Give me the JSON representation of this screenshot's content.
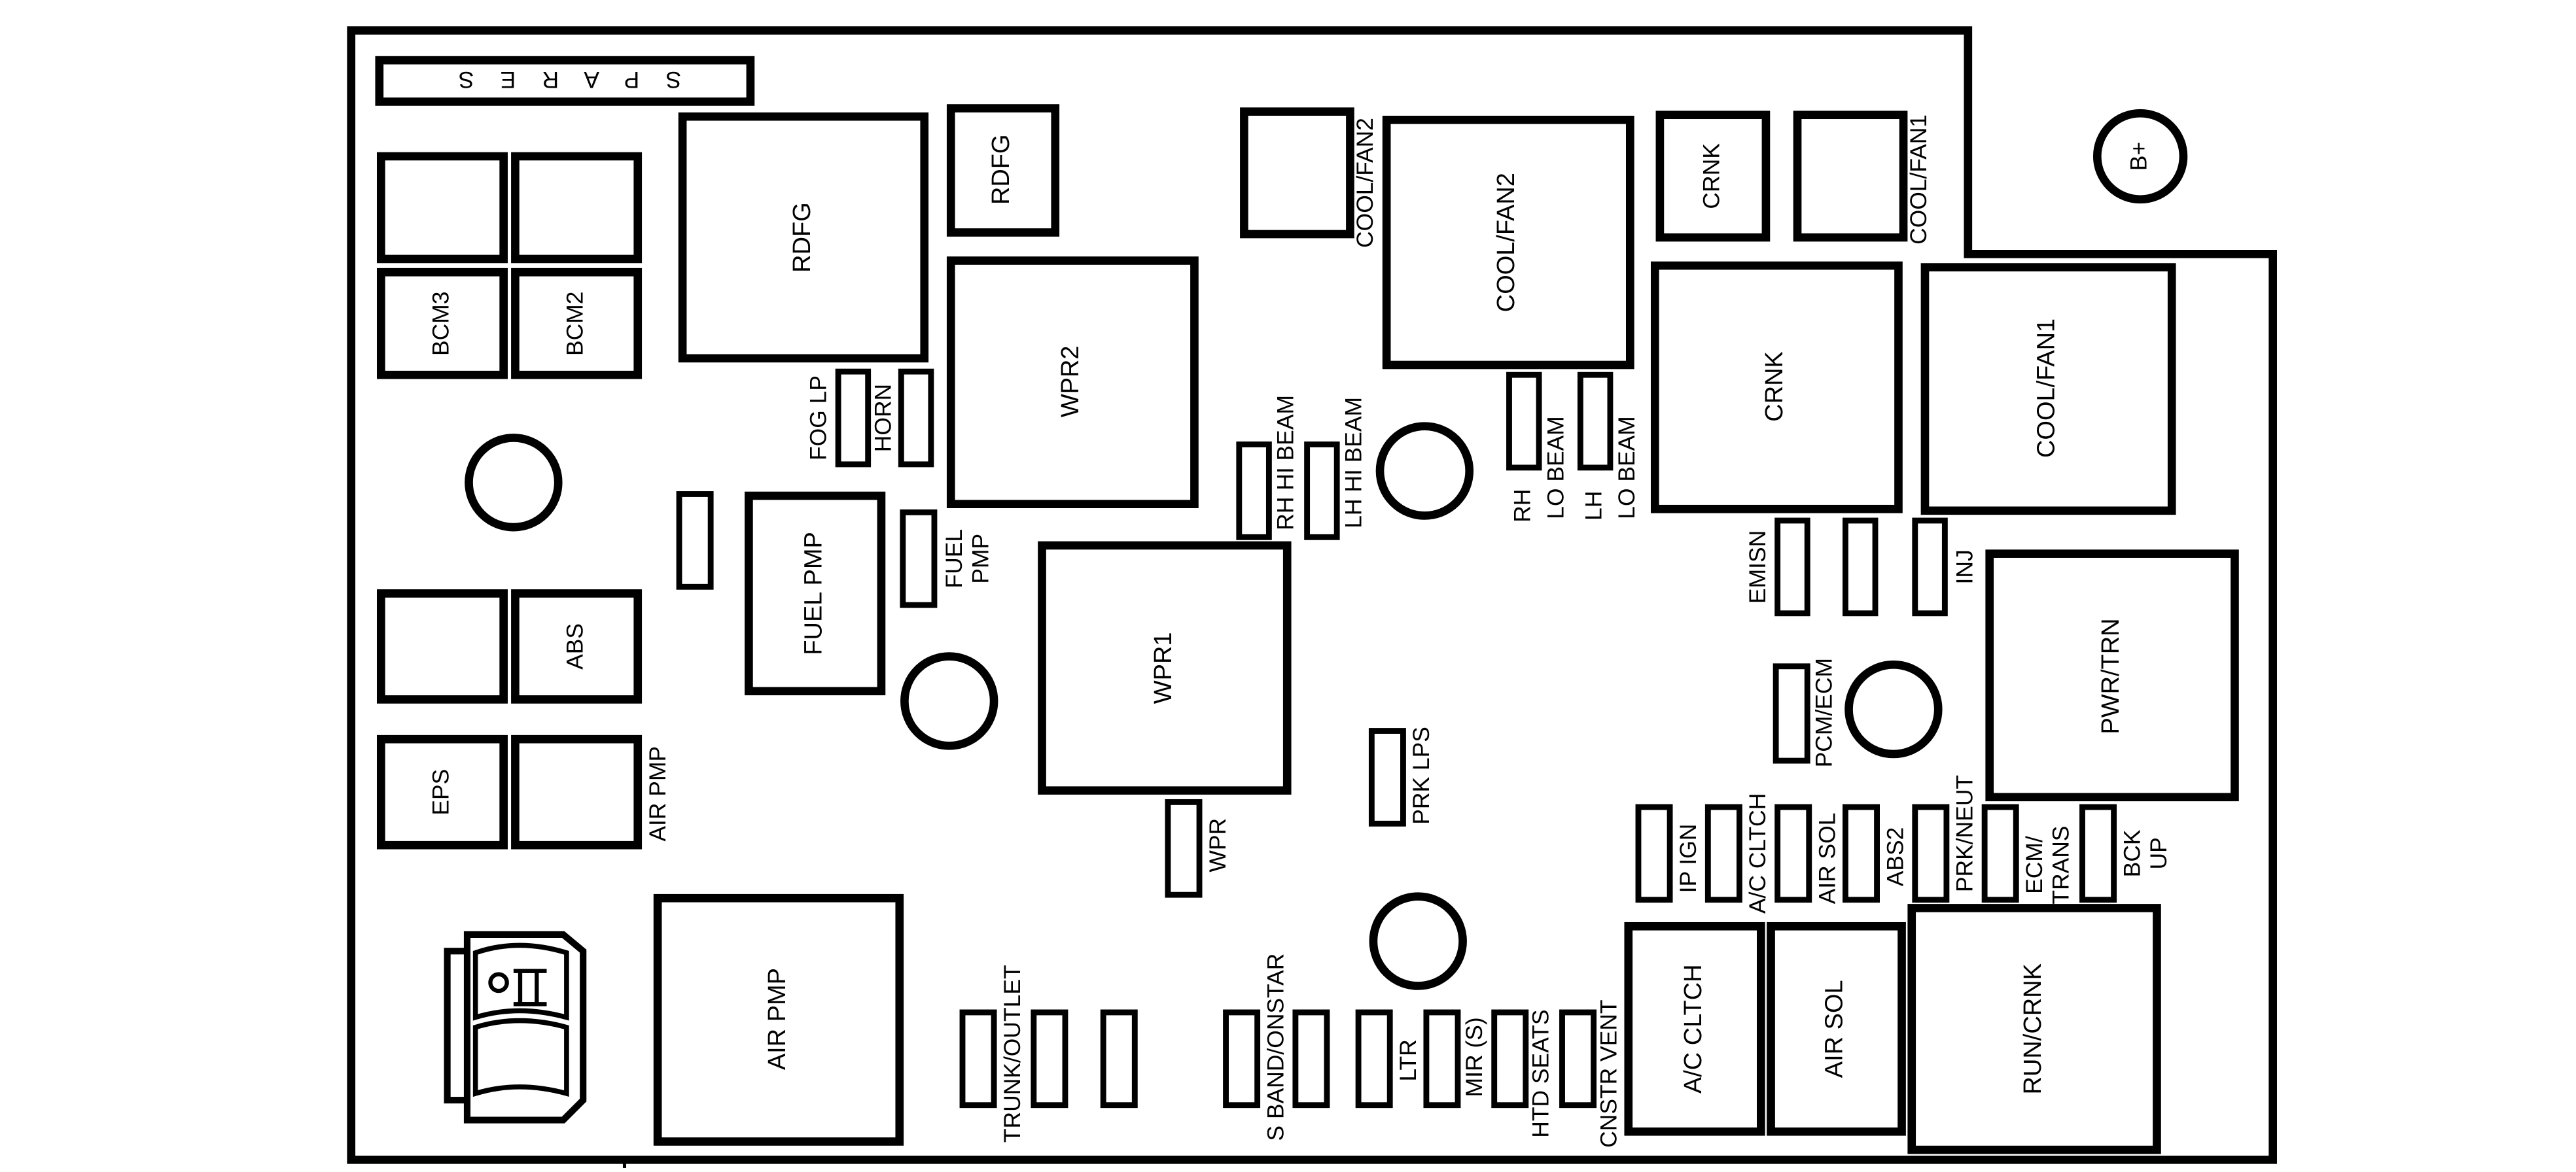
{
  "colors": {
    "line": "#000000",
    "background": "#ffffff"
  },
  "spares": "S P A R E S",
  "terminal": "B+",
  "relays": {
    "rdfg_large": "RDFG",
    "rdfg_small": "RDFG",
    "wpr2": "WPR2",
    "wpr1": "WPR1",
    "fuel_pmp": "FUEL PMP",
    "cool_fan2": "COOL/FAN2",
    "crnk_large": "CRNK",
    "cool_fan1": "COOL/FAN1",
    "pwr_trn": "PWR/TRN",
    "air_pmp": "AIR PMP",
    "ac_cltch": "A/C CLTCH",
    "air_sol": "AIR SOL",
    "run_crnk": "RUN/CRNK",
    "bcm3": "BCM3",
    "bcm2": "BCM2",
    "abs": "ABS",
    "eps": "EPS",
    "crnk_small": "CRNK"
  },
  "fuse_labels": {
    "cool_fan2": "COOL/FAN2",
    "cool_fan1": "COOL/FAN1",
    "fog_lp": "FOG LP",
    "horn": "HORN",
    "fuel_pmp": [
      "FUEL",
      "PMP"
    ],
    "rh_hi_beam": "RH HI BEAM",
    "lh_hi_beam": "LH HI BEAM",
    "rh_lo_beam": [
      "RH",
      "LO BEAM"
    ],
    "lh_lo_beam": [
      "LH",
      "LO BEAM"
    ],
    "emisn": "EMISN",
    "inj": "INJ",
    "pcm_ecm": "PCM/ECM",
    "air_pmp": "AIR PMP",
    "prk_lps": "PRK LPS",
    "wpr": "WPR",
    "ip_ign": "IP IGN",
    "ac_cltch": "A/C CLTCH",
    "air_sol": "AIR SOL",
    "abs2": "ABS2",
    "prk_neut": "PRK/NEUT",
    "ecm_trans": [
      "ECM/",
      "TRANS"
    ],
    "bck_up": [
      "BCK",
      "UP"
    ],
    "trunk_outlet": "TRUNK/OUTLET",
    "s_band_onstar": "S BAND/ONSTAR",
    "ltr": "LTR",
    "mir_s": "MIR (S)",
    "htd_seats": "HTD SEATS",
    "cnstr_vent": "CNSTR VENT"
  }
}
